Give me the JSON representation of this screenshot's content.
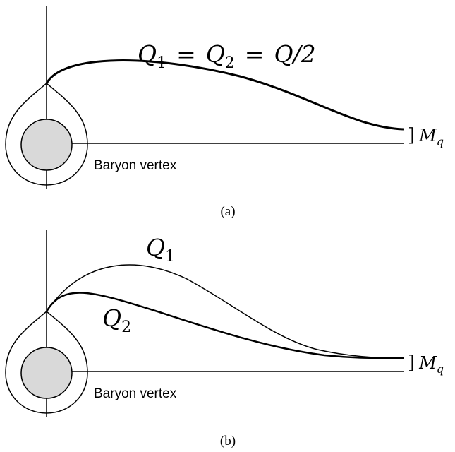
{
  "panel_a": {
    "caption": "(a)",
    "vertex_label": "Baryon vertex",
    "charge_equation": {
      "q": "Q",
      "sub1": "1",
      "eq1": "=",
      "sub2": "2",
      "eq2": "=",
      "rhs": "Q/2"
    },
    "mass_label": {
      "bracket": "]",
      "symbol": "M",
      "subscript": "q"
    }
  },
  "panel_b": {
    "caption": "(b)",
    "vertex_label": "Baryon vertex",
    "curve1_label": {
      "symbol": "Q",
      "subscript": "1"
    },
    "curve2_label": {
      "symbol": "Q",
      "subscript": "2"
    },
    "mass_label": {
      "bracket": "]",
      "symbol": "M",
      "subscript": "q"
    }
  }
}
